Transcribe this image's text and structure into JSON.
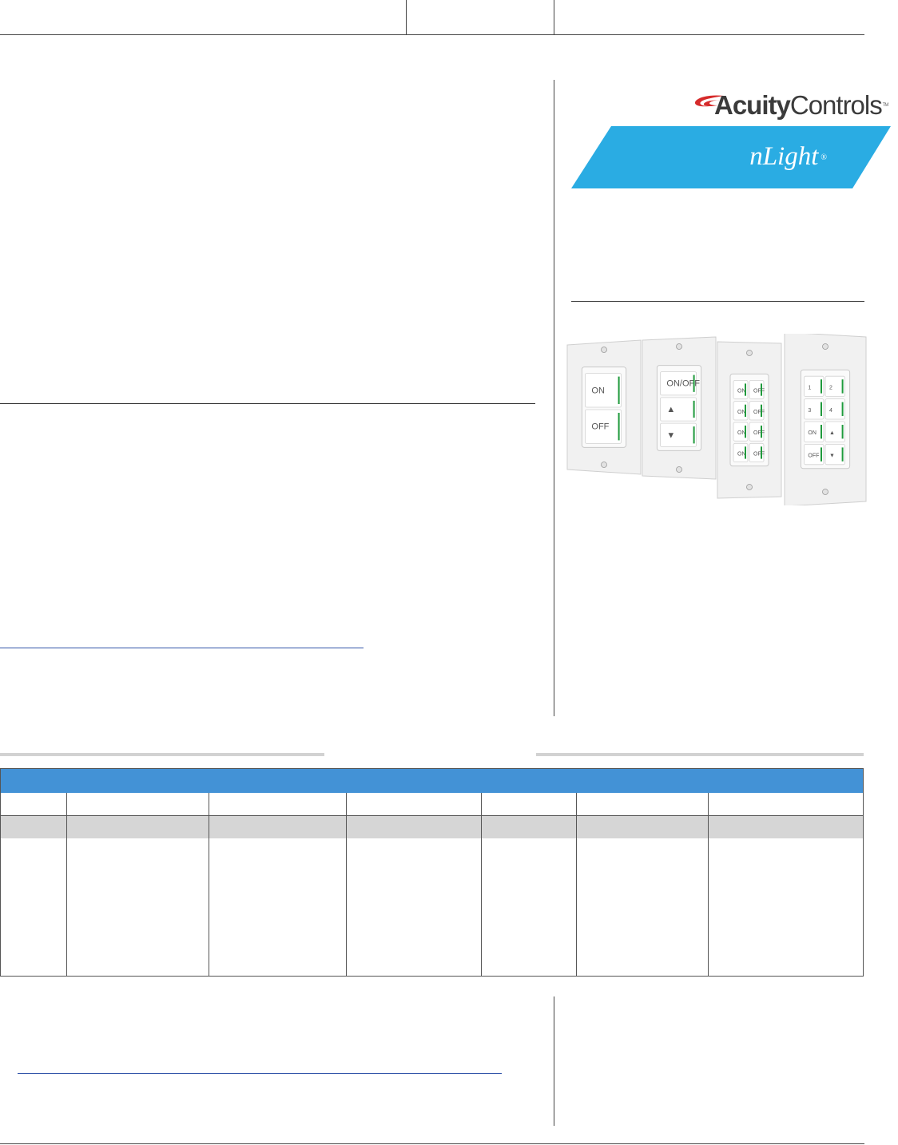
{
  "brand": {
    "logo_bold": "Acuity",
    "logo_light": "Controls",
    "logo_tm": "TM",
    "product_line": "nLight",
    "product_line_mark": "®",
    "banner_color": "#2aace3",
    "swoosh_color": "#d62b2b"
  },
  "product_image": {
    "plates": [
      {
        "buttons": [
          [
            "ON"
          ],
          [
            "OFF"
          ]
        ]
      },
      {
        "buttons": [
          [
            "ON/OFF"
          ],
          [
            "▲"
          ],
          [
            "▼"
          ]
        ]
      },
      {
        "buttons": [
          [
            "ON",
            "OFF"
          ],
          [
            "ON",
            "OFF"
          ],
          [
            "ON",
            "OFF"
          ],
          [
            "ON",
            "OFF"
          ]
        ]
      },
      {
        "buttons": [
          [
            "1",
            "2"
          ],
          [
            "3",
            "4"
          ],
          [
            "ON",
            "▲"
          ],
          [
            "OFF",
            "▼"
          ]
        ]
      }
    ],
    "led_color": "#1f9a3c"
  },
  "table": {
    "title": "",
    "title_bar_color": "#4392d6",
    "columns": [
      "",
      "",
      "",
      "",
      "",
      "",
      ""
    ],
    "gray_row": [
      "",
      "",
      "",
      "",
      "",
      "",
      ""
    ],
    "body_row": [
      "",
      "",
      "",
      "",
      "",
      "",
      ""
    ]
  }
}
